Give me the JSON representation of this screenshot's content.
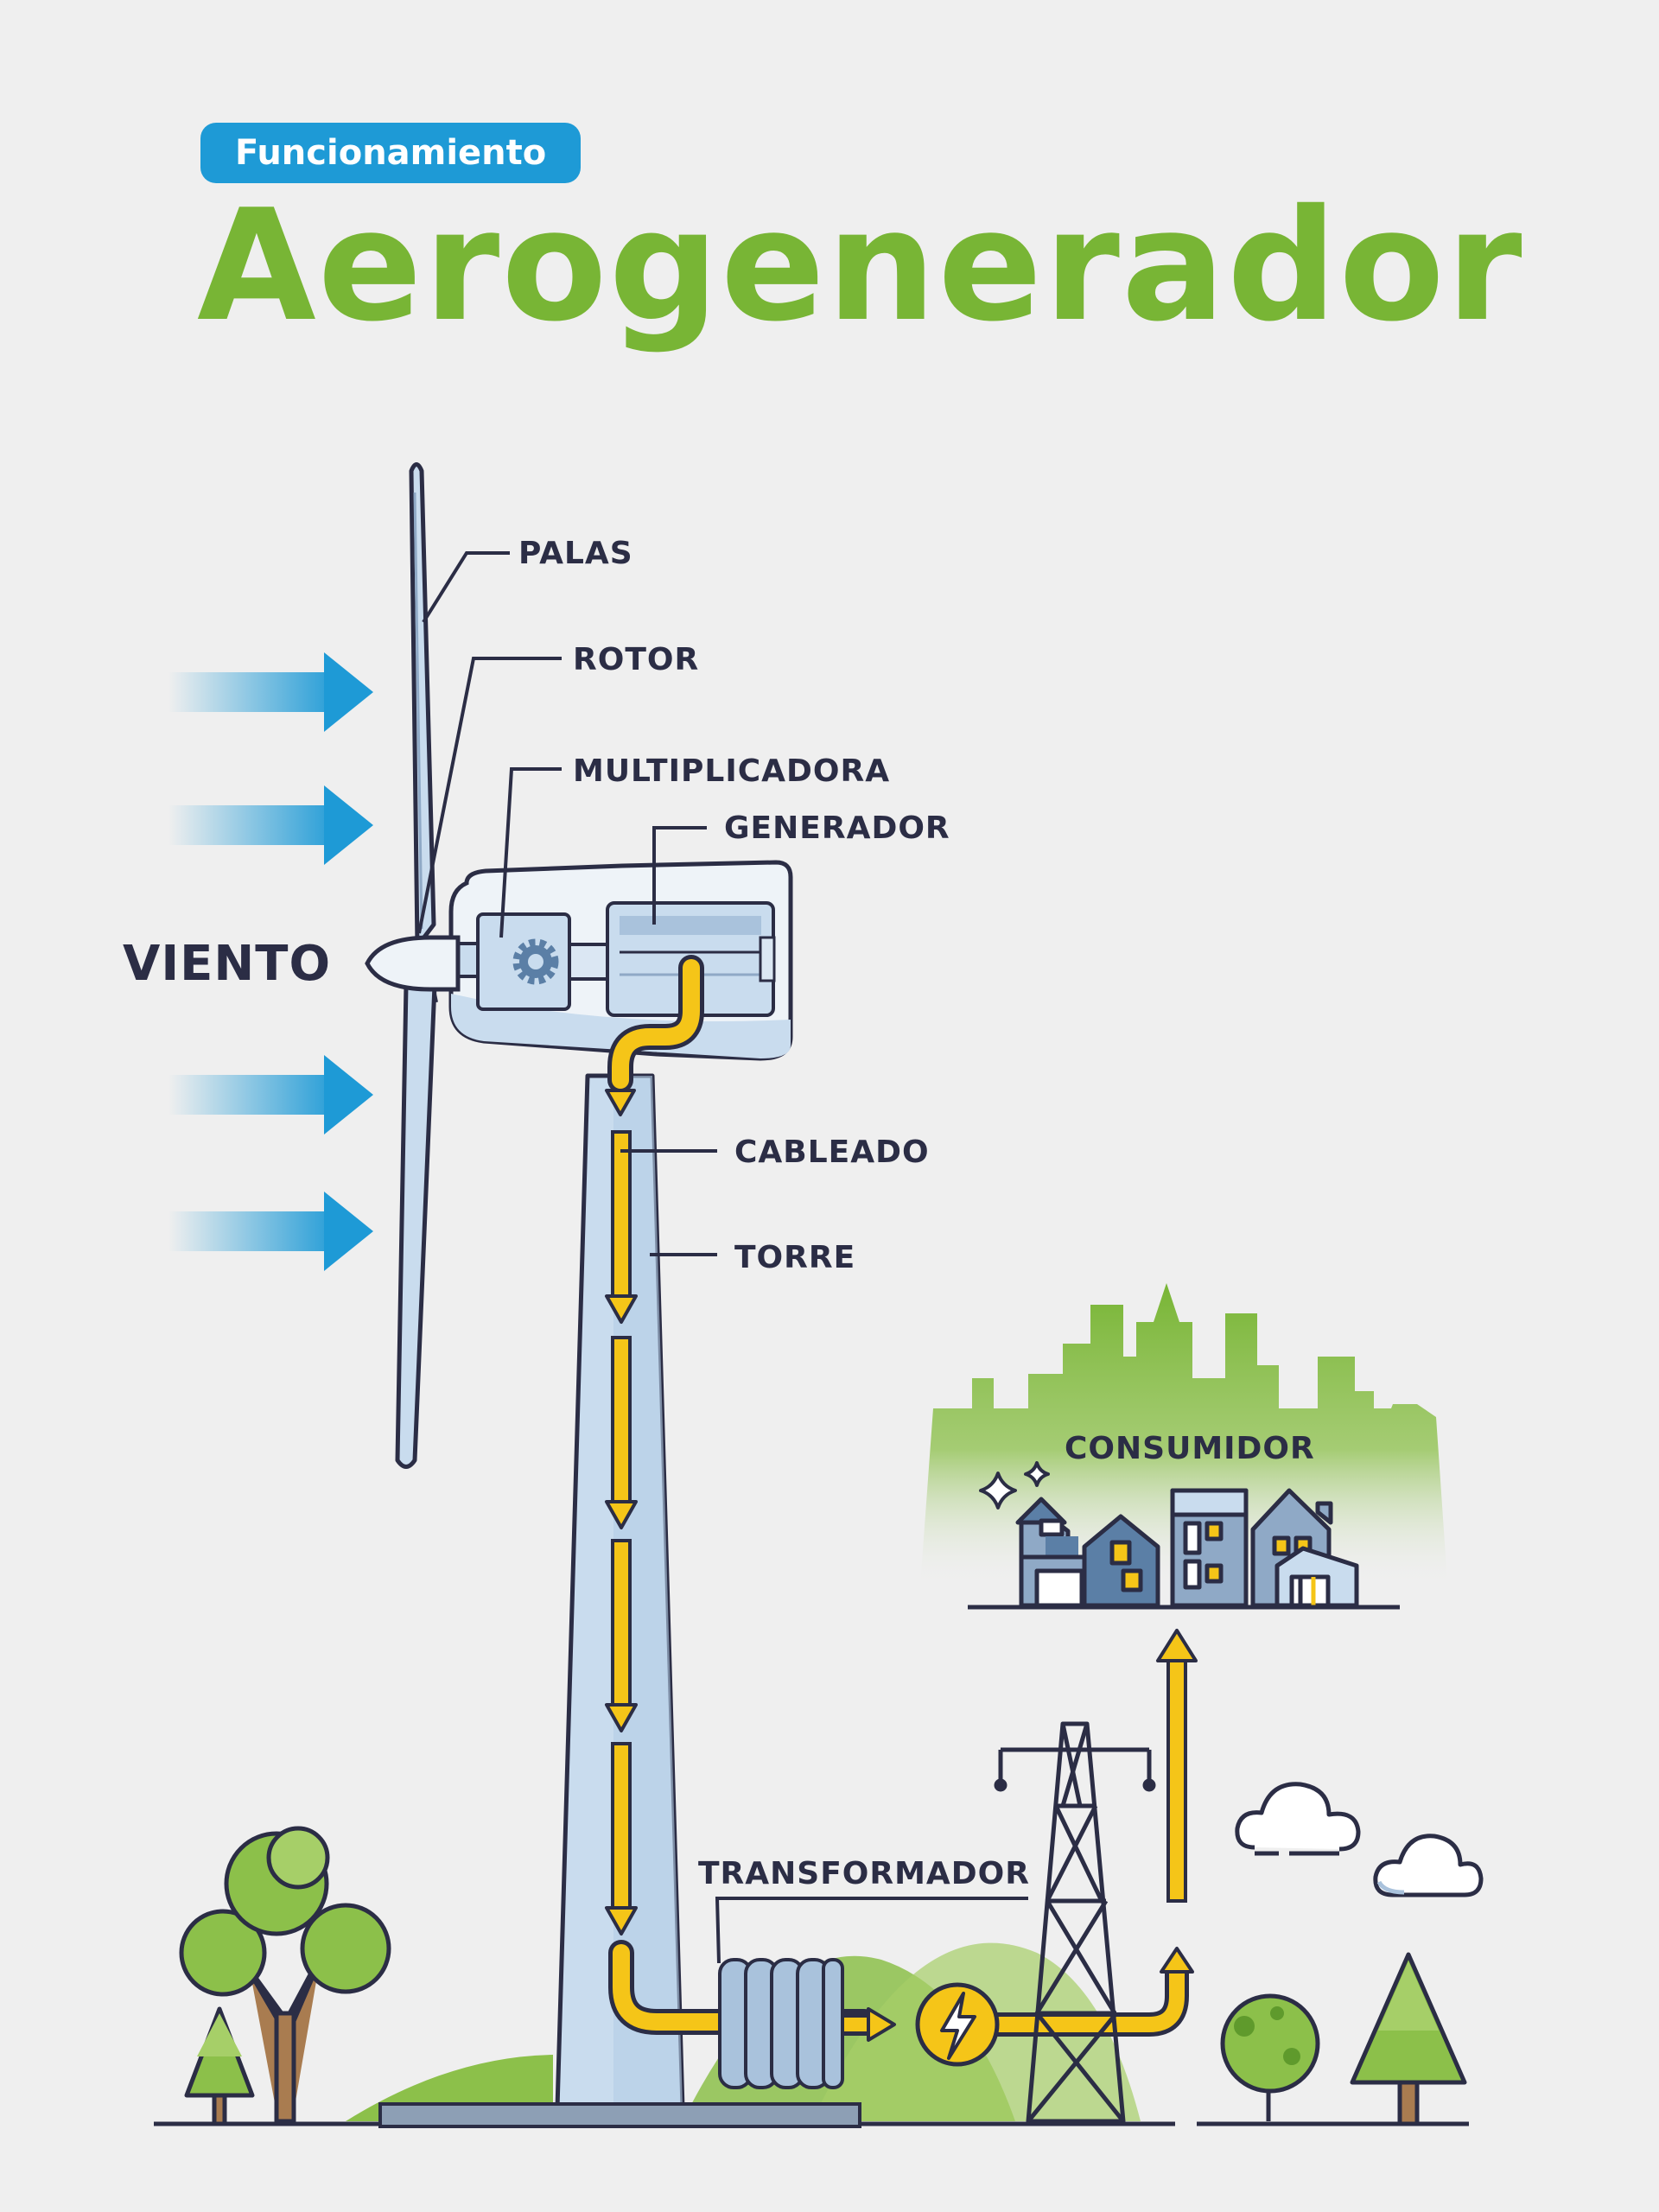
{
  "header": {
    "badge": "Funcionamiento",
    "title": "Aerogenerador"
  },
  "labels": {
    "palas": "PALAS",
    "rotor": "ROTOR",
    "multiplicadora": "MULTIPLICADORA",
    "generador": "GENERADOR",
    "viento": "VIENTO",
    "cableado": "CABLEADO",
    "torre": "TORRE",
    "transformador": "TRANSFORMADOR",
    "consumidor": "CONSUMIDOR"
  },
  "colors": {
    "background": "#efefef",
    "badge": "#1e9ad6",
    "title": "#78b535",
    "outline": "#2b2d45",
    "energy_flow": "#f5c518",
    "wind": "#1e9ad6",
    "tower_fill": "#c9dcee",
    "grass": "#8cc04a"
  },
  "icons": [
    "gear-icon",
    "lightning-icon",
    "sparkle-icon",
    "cloud-icon",
    "tree-icon",
    "house-icon",
    "power-pylon-icon"
  ]
}
